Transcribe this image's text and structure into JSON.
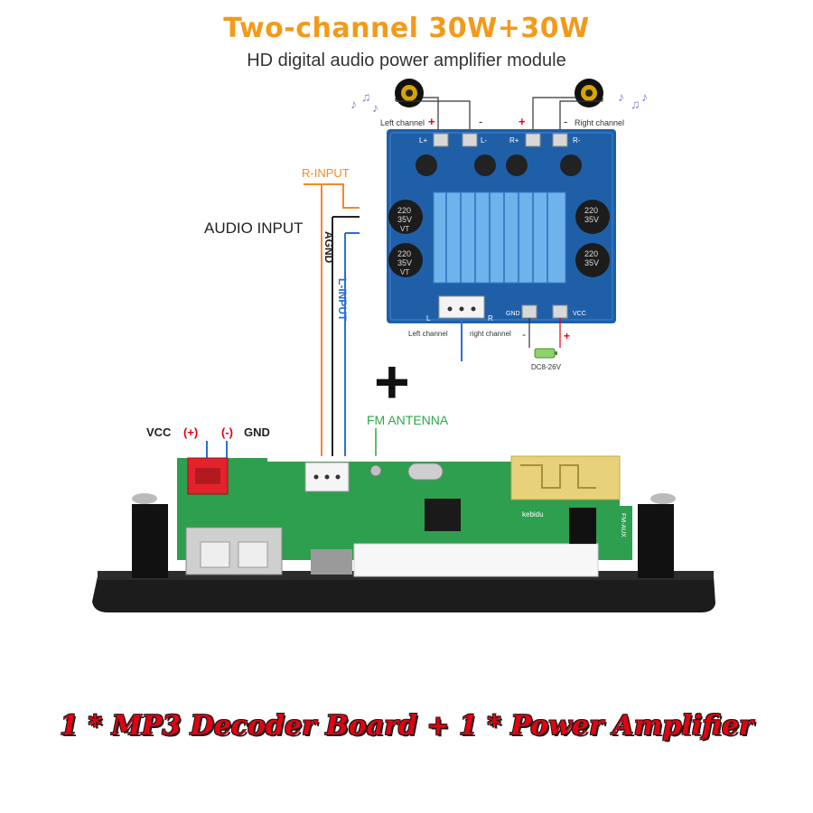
{
  "header": {
    "title": "Two-channel 30W+30W",
    "subtitle": "HD digital audio power amplifier module"
  },
  "amp": {
    "left_channel": "Left channel",
    "right_channel": "Right channel",
    "plus": "+",
    "minus": "-",
    "l_plus": "L+",
    "l_minus": "L-",
    "r_plus": "R+",
    "r_minus": "R-",
    "cap1": "220",
    "cap2": "35V",
    "cap3": "VT",
    "gnd": "GND",
    "vcc": "VCC",
    "in_left": "Left channel",
    "in_right": "right channel",
    "dc": "DC8-26V",
    "in_l": "L",
    "in_r": "R"
  },
  "wiring": {
    "r_input": "R-INPUT",
    "audio_input": "AUDIO INPUT",
    "agnd": "AGND",
    "l_input": "L-INPUT",
    "plus_sign": "+",
    "fm_antenna": "FM ANTENNA",
    "vcc_label": "VCC",
    "vcc_plus": "(+)",
    "gnd_minus": "(-)",
    "gnd_label": "GND"
  },
  "decoder": {
    "chip_label": "kebidu",
    "model": "FM-AUX"
  },
  "footer": {
    "caption": "1 * MP3 Decoder Board + 1 * Power Amplifier"
  },
  "colors": {
    "title": "#f39a1a",
    "r_input_wire": "#f08a2c",
    "l_input_wire": "#2b6fd6",
    "fm_antenna": "#2aa84a",
    "pcb_blue": "#1f5fa8",
    "pcb_green": "#2e9e4f",
    "red": "#e60012"
  }
}
